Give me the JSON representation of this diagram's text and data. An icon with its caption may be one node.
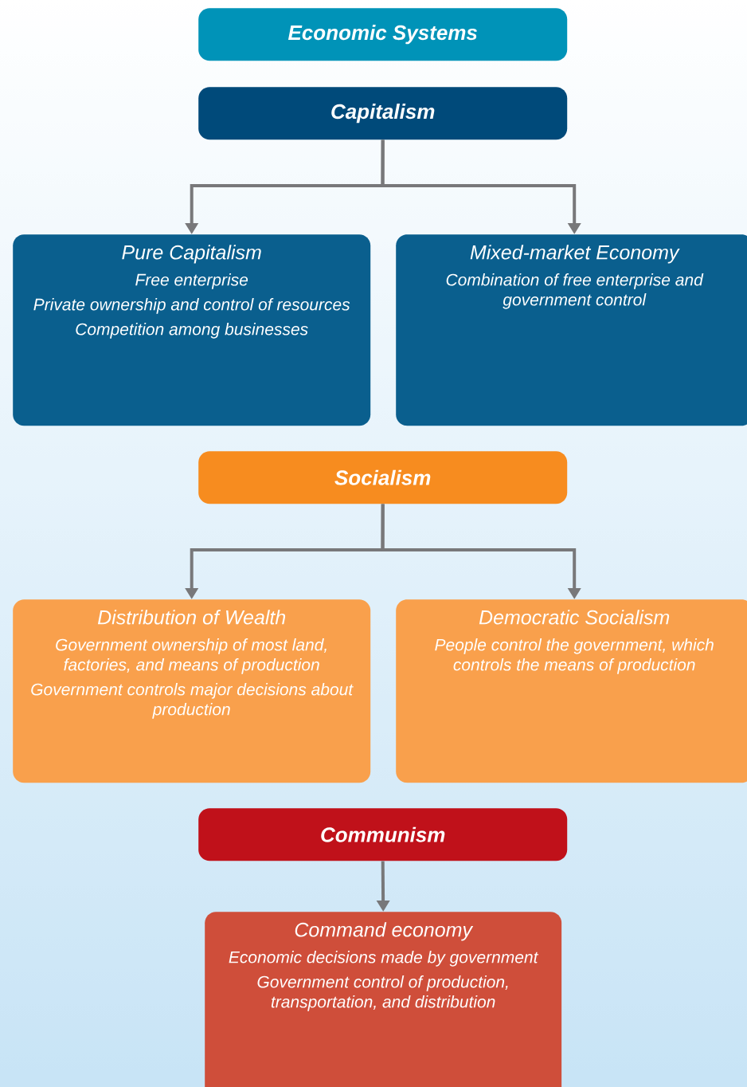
{
  "diagram": {
    "nodes": [
      {
        "text": [
          "Economic Systems"
        ]
      },
      {
        "text": [
          "Capitalism"
        ]
      },
      {
        "text": [
          "Pure Capitalism",
          "Free enterprise",
          "Private ownership and control of resources",
          "Competition among businesses"
        ]
      },
      {
        "text": [
          "Mixed-market Economy",
          "Combination of free enterprise and government control"
        ]
      },
      {
        "text": [
          "Socialism"
        ]
      },
      {
        "text": [
          "Distribution of Wealth",
          "Government ownership of most land, factories, and means of production",
          "Government controls major decisions about production"
        ]
      },
      {
        "text": [
          "Democratic Socialism",
          "People control the government, which controls the means of production"
        ]
      },
      {
        "text": [
          "Communism"
        ]
      },
      {
        "text": [
          "Command economy",
          "Economic decisions made by government",
          "Government control of production, transportation, and distribution"
        ]
      }
    ],
    "edges": [
      {
        "from": 1,
        "to": 2,
        "arrow": "to"
      },
      {
        "from": 1,
        "to": 3,
        "arrow": "to"
      },
      {
        "from": 4,
        "to": 5,
        "arrow": "to"
      },
      {
        "from": 4,
        "to": 6,
        "arrow": "to"
      },
      {
        "from": 7,
        "to": 8,
        "arrow": "to"
      }
    ]
  }
}
